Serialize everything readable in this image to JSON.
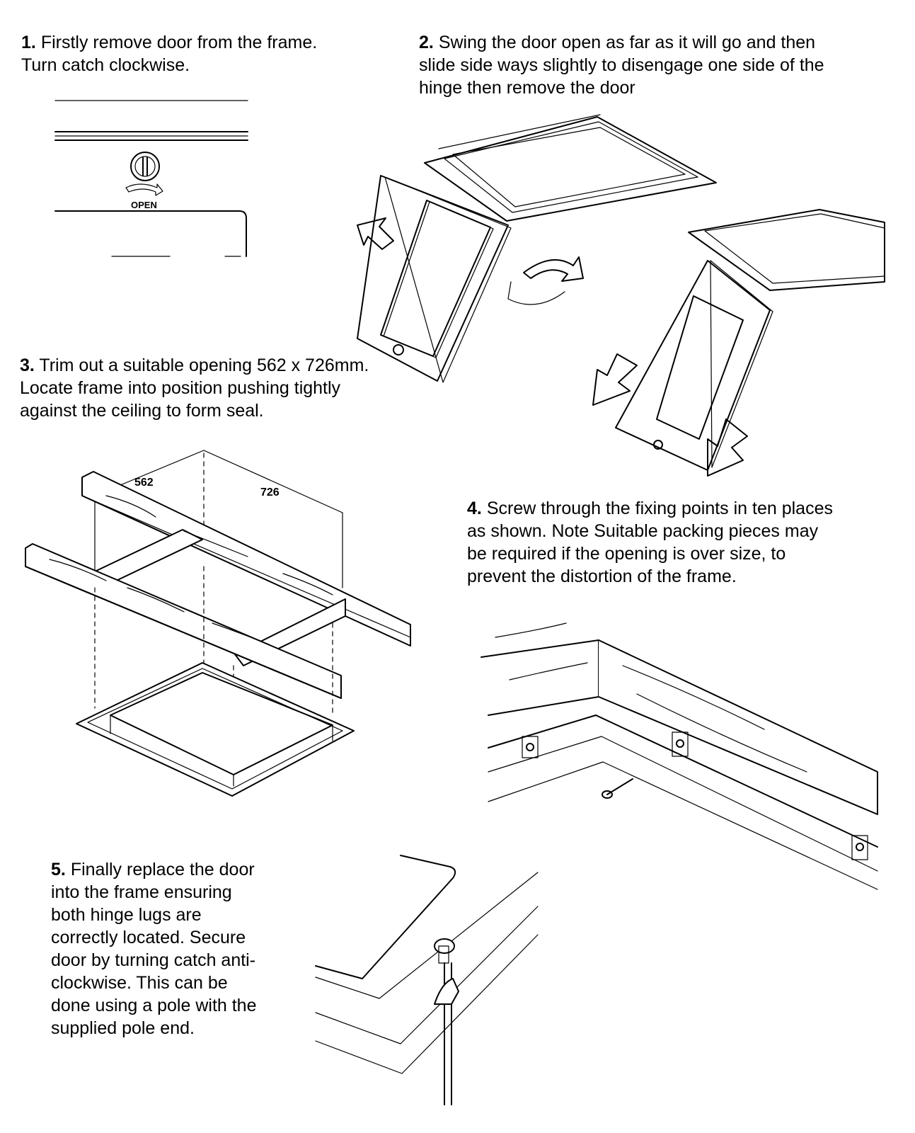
{
  "steps": [
    {
      "num": "1.",
      "text": "Firstly remove door from the frame. Turn catch clockwise."
    },
    {
      "num": "2.",
      "text": "Swing the door open as far as it will go and then slide side ways slightly to disengage one side of the hinge then remove the door"
    },
    {
      "num": "3.",
      "text": "Trim out a suitable opening 562 x 726mm.  Locate frame into position pushing tightly against the ceiling to form seal."
    },
    {
      "num": "4.",
      "text": "Screw through the fixing points in ten places as shown.  Note Suitable packing pieces may be required if the opening is over size, to prevent the distortion of the frame."
    },
    {
      "num": "5.",
      "text": "Finally replace the door into the frame ensuring both hinge lugs are correctly located.  Secure door by turning catch anti-clockwise.  This can be done using a pole with the supplied pole end."
    }
  ],
  "illustrations": {
    "catch_label": "OPEN",
    "dim_width": "562",
    "dim_length": "726"
  }
}
